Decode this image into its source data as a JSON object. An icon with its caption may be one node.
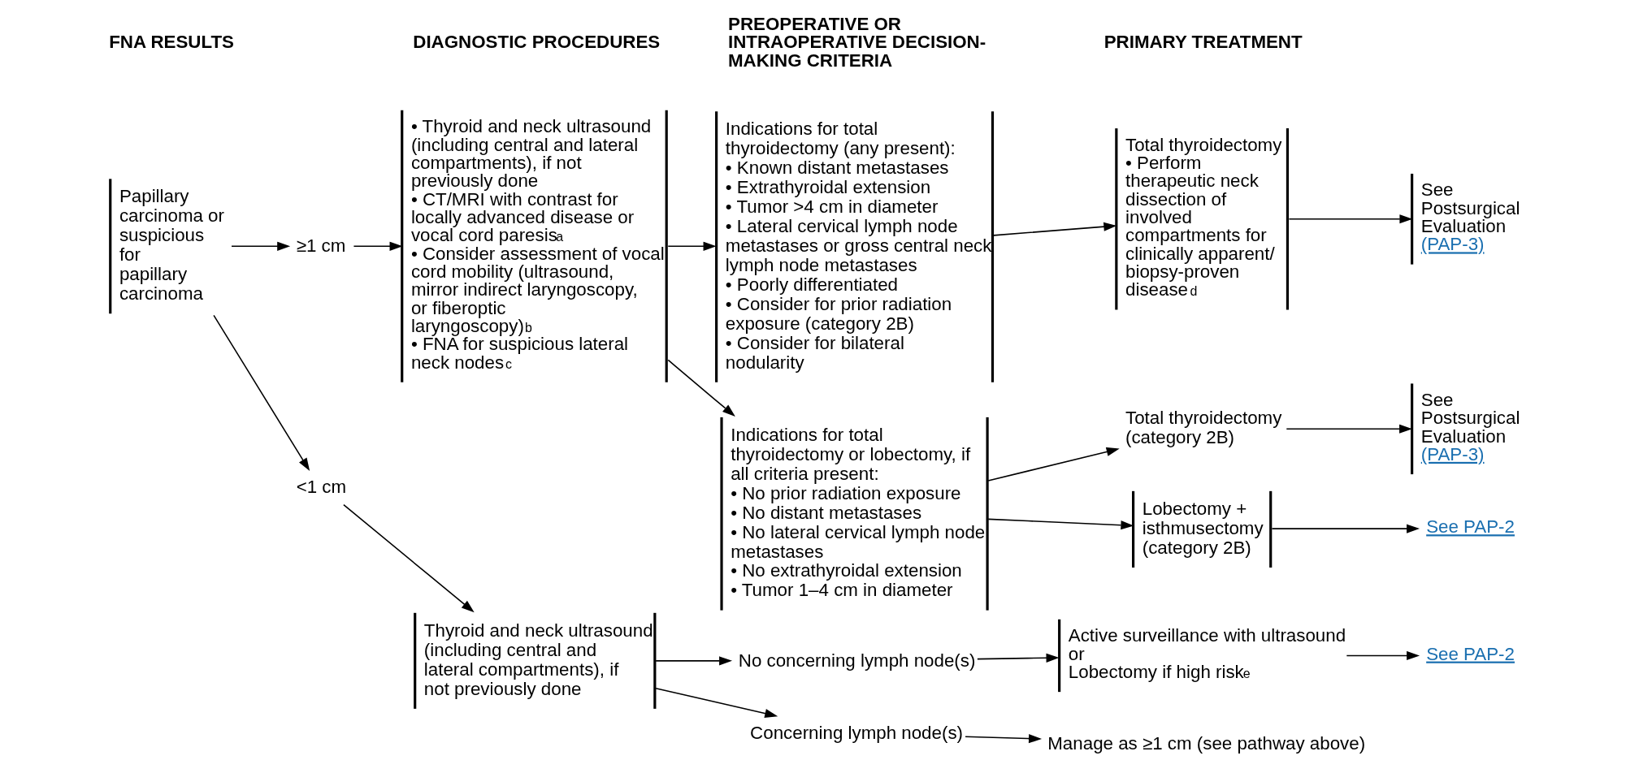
{
  "diagram": {
    "nodes": [
      {
        "text": [
          "Papillary carcinoma or suspicious for papillary carcinoma"
        ]
      },
      {
        "text": [
          "≥1 cm"
        ]
      },
      {
        "text": [
          "<1 cm"
        ]
      },
      {
        "text": [
          "• Thyroid and neck ultrasound (including central and lateral compartments), if not previously done",
          "• CT/MRI with contrast for locally advanced disease or vocal cord paresis$^{a}$",
          "• Consider assessment of vocal cord mobility (ultrasound, mirror indirect laryngoscopy, or fiberoptic laryngoscopy)$^{b}$",
          "• FNA for suspicious lateral neck nodes$^{c}$"
        ]
      },
      {
        "text": [
          "Thyroid and neck ultrasound (including central and lateral compartments), if not previously done"
        ]
      },
      {
        "text": [
          "Indications for total thyroidectomy (any present):",
          "• Known distant metastases",
          "• Extrathyroidal extension",
          "• Tumor >4 cm in diameter",
          "• Lateral cervical lymph node metastases or gross central neck lymph node metastases",
          "• Poorly differentiated",
          "• Consider for prior radiation exposure (category 2B)",
          "• Consider for bilateral nodularity"
        ]
      },
      {
        "text": [
          "Indications for total thyroidectomy or lobectomy, if all criteria present:",
          "• No prior radiation exposure",
          "• No distant metastases",
          "• No lateral cervical lymph node metastases",
          "• No extrathyroidal extension",
          "• Tumor 1–4 cm in diameter"
        ]
      },
      {
        "text": [
          "No concerning lymph node(s)"
        ]
      },
      {
        "text": [
          "Concerning lymph node(s)"
        ]
      },
      {
        "text": [
          "Total thyroidectomy",
          "• Perform therapeutic neck dissection of involved compartments for clinically apparent/ biopsy-proven disease$^{d}$"
        ]
      },
      {
        "text": [
          "Total thyroidectomy (category 2B)"
        ]
      },
      {
        "text": [
          "Lobectomy + isthmusectomy (category 2B)"
        ]
      },
      {
        "text": [
          "Active surveillance with ultrasound",
          "or",
          "Lobectomy if high risk$^{e}$"
        ]
      },
      {
        "text": [
          "Manage as ≥1 cm (see pathway above)"
        ]
      },
      {
        "text": [
          "See Postsurgical Evaluation",
          "(PAP-3)"
        ]
      },
      {
        "text": [
          "See Postsurgical Evaluation",
          "(PAP-3)"
        ]
      },
      {
        "text": [
          "See PAP-2"
        ]
      },
      {
        "text": [
          "See PAP-2"
        ]
      }
    ],
    "edges": [
      {
        "from": 0,
        "to": 1,
        "arrow": "to"
      },
      {
        "from": 0,
        "to": 2,
        "arrow": "to"
      },
      {
        "from": 1,
        "to": 3,
        "arrow": "to"
      },
      {
        "from": 2,
        "to": 4,
        "arrow": "to"
      },
      {
        "from": 3,
        "to": 5,
        "arrow": "to"
      },
      {
        "from": 3,
        "to": 6,
        "arrow": "to"
      },
      {
        "from": 4,
        "to": 7,
        "arrow": "to"
      },
      {
        "from": 4,
        "to": 8,
        "arrow": "to"
      },
      {
        "from": 5,
        "to": 9,
        "arrow": "to"
      },
      {
        "from": 6,
        "to": 10,
        "arrow": "to"
      },
      {
        "from": 6,
        "to": 11,
        "arrow": "to"
      },
      {
        "from": 7,
        "to": 12,
        "arrow": "to"
      },
      {
        "from": 8,
        "to": 13,
        "arrow": "to"
      },
      {
        "from": 9,
        "to": 14,
        "arrow": "to"
      },
      {
        "from": 10,
        "to": 15,
        "arrow": "to"
      },
      {
        "from": 11,
        "to": 16,
        "arrow": "to"
      },
      {
        "from": 12,
        "to": 17,
        "arrow": "to"
      }
    ],
    "labels": [
      "FNA RESULTS",
      "DIAGNOSTIC PROCEDURES",
      "PREOPERATIVE OR INTRAOPERATIVE DECISION-MAKING CRITERIA",
      "PRIMARY TREATMENT"
    ]
  }
}
